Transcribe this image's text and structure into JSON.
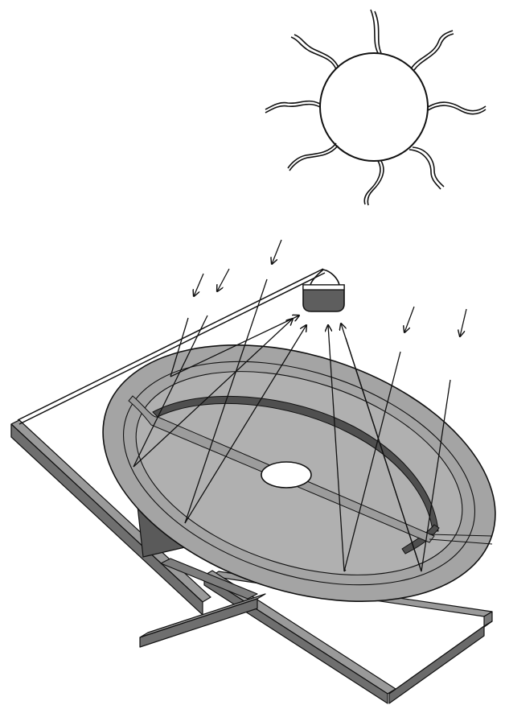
{
  "figure": {
    "description_labels": [],
    "colors": {
      "background": "#ffffff",
      "outline": "#111111",
      "dish_fill": "#a4a4a4",
      "dish_inner_fill": "#b3b3b3",
      "frame_fill": "#8c8c8c",
      "frame_dark": "#6a6a6a",
      "support_dark": "#5a5a5a",
      "pot_fill": "#5e5e5e",
      "hole_fill": "#ffffff"
    },
    "elements": {
      "sun": "sun-icon",
      "dish": "parabolic-reflector-dish",
      "pot": "cooking-pot",
      "frame": "support-frame",
      "rays": "sun-rays"
    }
  }
}
